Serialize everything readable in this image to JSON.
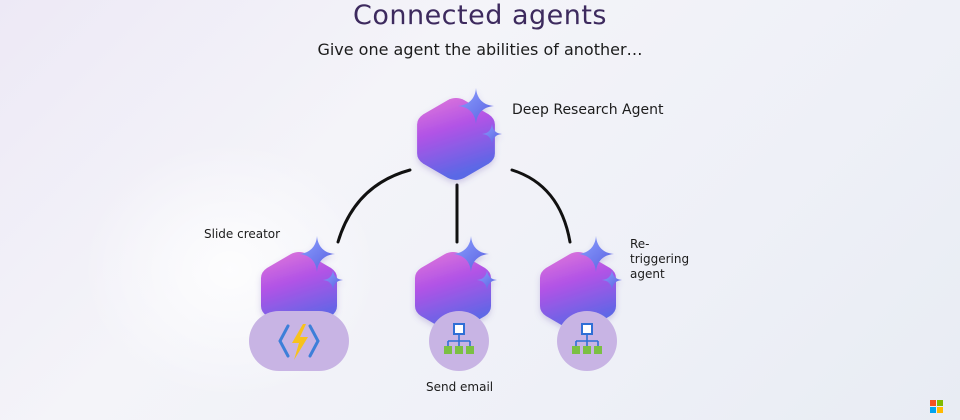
{
  "title": "Connected agents",
  "subtitle": "Give one agent the abilities of another…",
  "nodes": {
    "root": {
      "label": "Deep Research Agent"
    },
    "left": {
      "label": "Slide creator",
      "tool_icon": "azure-functions-icon"
    },
    "center": {
      "label": "Send email",
      "tool_icon": "logic-apps-icon"
    },
    "right": {
      "label": "Re-\ntriggering\nagent",
      "tool_icon": "logic-apps-icon"
    }
  },
  "colors": {
    "hex_top": "#e37ad9",
    "hex_mid": "#b153e6",
    "hex_bottom": "#5a68e6",
    "sparkle": "#6b7ff0",
    "connector": "#111111",
    "tool_bg": "#c8b4e4",
    "logo": [
      "#f25022",
      "#7fba00",
      "#00a4ef",
      "#ffb900"
    ]
  },
  "icons": [
    "sparkle-icon",
    "azure-functions-icon",
    "logic-apps-icon",
    "microsoft-logo-icon"
  ]
}
